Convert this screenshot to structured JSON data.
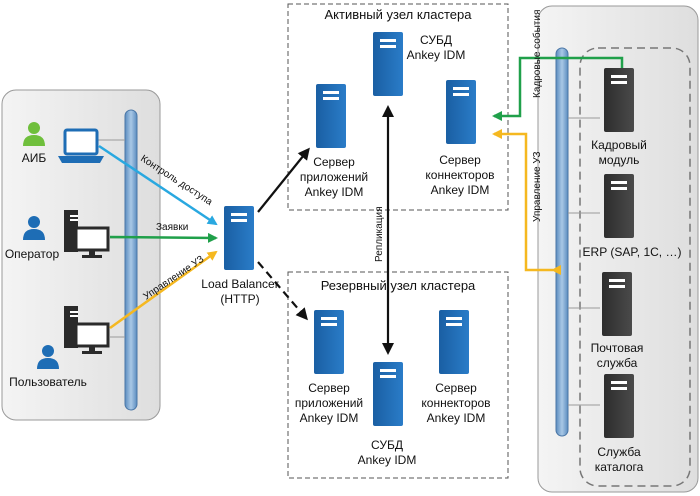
{
  "diagram": {
    "clusters": {
      "active_title": "Активный узел кластера",
      "reserve_title": "Резервный узел кластера"
    },
    "users": {
      "aib": "АИБ",
      "operator": "Оператор",
      "user": "Пользователь"
    },
    "load_balancer": {
      "line1": "Load Balancer",
      "line2": "(HTTP)"
    },
    "active": {
      "dbms": {
        "line1": "СУБД",
        "line2": "Ankey IDM"
      },
      "app": {
        "line1": "Сервер",
        "line2": "приложений",
        "line3": "Ankey IDM"
      },
      "conn": {
        "line1": "Сервер",
        "line2": "коннекторов",
        "line3": "Ankey IDM"
      }
    },
    "reserve": {
      "app": {
        "line1": "Сервер",
        "line2": "приложений",
        "line3": "Ankey IDM"
      },
      "conn": {
        "line1": "Сервер",
        "line2": "коннекторов",
        "line3": "Ankey IDM"
      },
      "dbms": {
        "line1": "СУБД",
        "line2": "Ankey IDM"
      }
    },
    "edges": {
      "access_control": "Контроль доступа",
      "requests": "Заявки",
      "account_mgmt_left": "Управление УЗ",
      "replication": "Репликация",
      "hr_events": "Кадровые события",
      "account_mgmt_right": "Управление УЗ"
    },
    "systems": {
      "hr": {
        "line1": "Кадровый",
        "line2": "модуль"
      },
      "erp": "ERP (SAP, 1С, …)",
      "mail": {
        "line1": "Почтовая",
        "line2": "служба"
      },
      "catalog": {
        "line1": "Служба",
        "line2": "каталога"
      }
    },
    "colors": {
      "server_blue": "#1e6db5",
      "server_dark": "#3c3c3c",
      "access_arrow": "#29a8e0",
      "requests_arrow": "#20a04a",
      "account_arrow": "#f5b820",
      "bus": "#7ba7cf"
    }
  }
}
